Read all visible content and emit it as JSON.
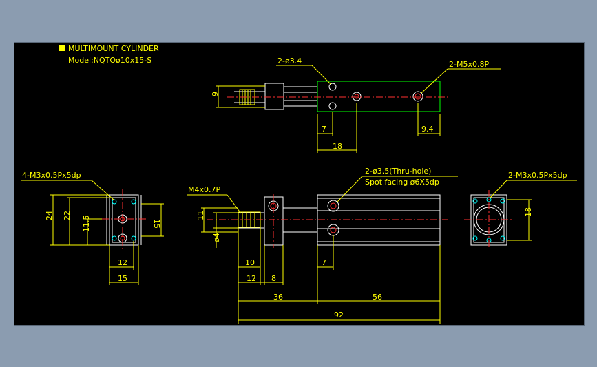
{
  "title": {
    "line1": "MULTIMOUNT CYLINDER",
    "line2": "Model:NQTOø10x15-S"
  },
  "colors": {
    "background": "#8b9cb0",
    "drawing_bg": "#000000",
    "dimension": "#ffff00",
    "outline": "#ffffff",
    "highlight": "#00ff00",
    "centerline": "#ff3030"
  },
  "top_view": {
    "callout_holes": "2-ø3.4",
    "callout_thread": "2-M5x0.8P",
    "dim_height": "9",
    "dim_7": "7",
    "dim_18": "18",
    "dim_9_4": "9.4"
  },
  "left_view": {
    "callout": "4-M3x0.5Px5dp",
    "dim_24": "24",
    "dim_22": "22",
    "dim_11_5": "11.5",
    "dim_15_right": "15",
    "dim_12": "12",
    "dim_15_bottom": "15"
  },
  "front_view": {
    "callout_rod": "M4x0.7P",
    "callout_holes_1": "2-ø3.5(Thru-hole)",
    "callout_holes_2": "Spot facing ø6X5dp",
    "dim_11": "11",
    "dim_d4": "ø4",
    "dim_10": "10",
    "dim_12": "12",
    "dim_8": "8",
    "dim_7": "7",
    "dim_36": "36",
    "dim_56": "56",
    "dim_92": "92"
  },
  "right_view": {
    "callout": "2-M3x0.5Px5dp",
    "dim_18": "18"
  }
}
